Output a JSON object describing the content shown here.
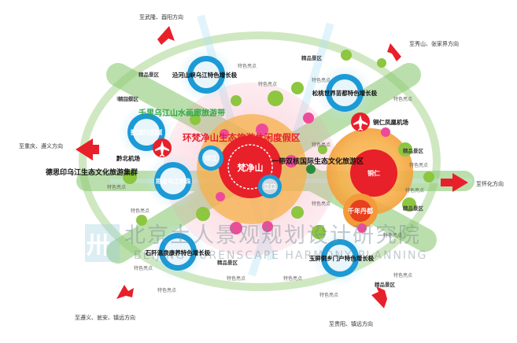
{
  "directions": {
    "north_west": "至武隆、酉阳方向",
    "north_east": "至秀山、张家界方向",
    "west": "至重庆、遵义方向",
    "east": "至怀化方向",
    "south_west": "至遵义、瓮安、镇远方向",
    "south_east": "至贵阳、镇远方向"
  },
  "hubs": {
    "fanjingshan": "梵净山",
    "jiangkou": "江口",
    "yinjiang": "印江",
    "tongren": "铜仁",
    "qiannian": "千年丹都",
    "yanhe": "沿河山峡乌江特色增长极",
    "songtao": "松桃世界苗都特色增长极",
    "wujiangdu": "德江傩文化旅游城",
    "sinan": "思南乌江明珠",
    "shiqian": "石阡温泉康养特色增长极",
    "yuping": "玉屏侗乡门户特色增长极"
  },
  "airports": {
    "qianbei": "黔北机场",
    "tongren_airport": "铜仁凤凰机场"
  },
  "zones": {
    "fanjing_zone": "环梵净山生态旅游休闲度假区",
    "wujiang_corridor": "千里乌江山水画廊旅游带",
    "desi_cluster": "德思印乌江生态文化旅游集群",
    "shuanghe_zone": "一带双核国际生态文化旅游区"
  },
  "scenic_labels": [
    "精品景区",
    "精品景区",
    "精品景区",
    "精品景区",
    "精品景区",
    "精品景区",
    "精品景区"
  ],
  "highlight_labels": [
    "特色亮点",
    "特色亮点",
    "特色亮点",
    "特色亮点",
    "特色亮点",
    "特色亮点",
    "特色亮点",
    "特色亮点",
    "特色亮点",
    "特色亮点",
    "特色亮点",
    "特色亮点",
    "特色亮点",
    "特色亮点",
    "特色亮点",
    "特色亮点",
    "特色亮点",
    "特色亮点"
  ],
  "watermark": {
    "cn": "北京土人景观规划设计研究院",
    "en": "BEIJING TURENSCAPE HARMONY PLANNING"
  },
  "colors": {
    "arrow": "#e8202a",
    "green_ring": "#7cc36b",
    "blue_hub": "#1b9ad6",
    "orange_zone": "#f5a623",
    "pink_core": "#ef4a7c"
  }
}
